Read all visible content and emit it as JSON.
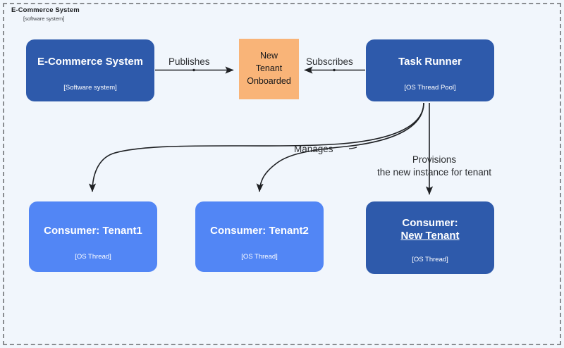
{
  "diagram": {
    "boundary": {
      "title": "E-Commerce System",
      "subtitle": "[software system]",
      "style": "dashed",
      "background_color": "#f1f6fc",
      "border_color": "#8a8d91"
    },
    "colors": {
      "system_dark_blue": "#2e5aab",
      "thread_light_blue": "#5286f5",
      "event_orange": "#f9b478",
      "edge_line": "#1f2124",
      "node_text": "#ffffff",
      "label_text": "#2b2d30"
    },
    "nodes": [
      {
        "id": "ecommerce",
        "title": "E-Commerce System",
        "subtitle": "[Software system]",
        "shape": "rounded-rect",
        "color": "#2e5aab"
      },
      {
        "id": "event",
        "title": "New Tenant Onboarded",
        "title_lines": [
          "New",
          "Tenant",
          "Onboarded"
        ],
        "subtitle": "",
        "shape": "rect",
        "color": "#f9b478"
      },
      {
        "id": "taskrunner",
        "title": "Task Runner",
        "subtitle": "[OS Thread Pool]",
        "shape": "rounded-rect",
        "color": "#2e5aab"
      },
      {
        "id": "tenant1",
        "title": "Consumer: Tenant1",
        "subtitle": "[OS Thread]",
        "shape": "rounded-rect",
        "color": "#5286f5"
      },
      {
        "id": "tenant2",
        "title": "Consumer: Tenant2",
        "subtitle": "[OS Thread]",
        "shape": "rounded-rect",
        "color": "#5286f5"
      },
      {
        "id": "newtenant",
        "title_line1": "Consumer:",
        "title_line2": "New Tenant ",
        "title_line2_underlined": true,
        "subtitle": "[OS Thread]",
        "shape": "rounded-rect",
        "color": "#2e5aab"
      }
    ],
    "edges": [
      {
        "id": "publishes",
        "label": "Publishes",
        "from": "ecommerce",
        "to": "event",
        "style": "straight-arrow"
      },
      {
        "id": "subscribes",
        "label": "Subscribes",
        "from": "taskrunner",
        "to": "event",
        "style": "straight-arrow"
      },
      {
        "id": "manages",
        "label": "Manages",
        "from": "taskrunner",
        "to": "tenant1, tenant2",
        "style": "curved-arrow"
      },
      {
        "id": "provisions",
        "label_line1": "Provisions",
        "label_line2": "the new instance for tenant",
        "from": "taskrunner",
        "to": "newtenant",
        "style": "straight-arrow"
      }
    ]
  }
}
